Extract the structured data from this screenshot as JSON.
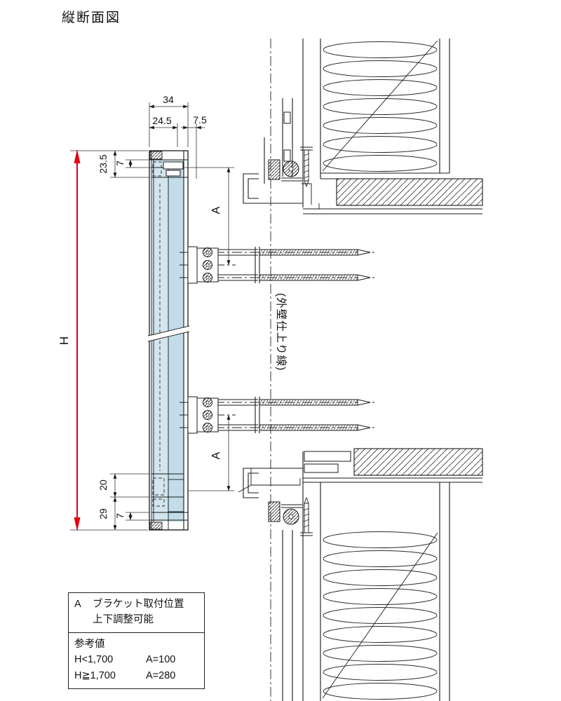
{
  "title": "縦断面図",
  "dims": {
    "width_total": "34",
    "width_left": "24.5",
    "width_right": "7.5",
    "top_a": "23.5",
    "top_b": "7",
    "height": "H",
    "bottom_a": "20",
    "bottom_b": "29",
    "bottom_c": "7",
    "bracket_top": "A",
    "bracket_bottom": "A"
  },
  "annotations": {
    "wall_finish_line": "(外壁仕上り線)"
  },
  "note": {
    "key": "A",
    "line1": "ブラケット取付位置",
    "line2": "上下調整可能",
    "ref_title": "参考値",
    "rows": [
      {
        "cond": "H<1,700",
        "val": "A=100"
      },
      {
        "cond": "H≧1,700",
        "val": "A=280"
      }
    ]
  },
  "colors": {
    "panel": "#d3e6ef",
    "panel_dark": "#c2dce9",
    "red": "#e60012"
  }
}
